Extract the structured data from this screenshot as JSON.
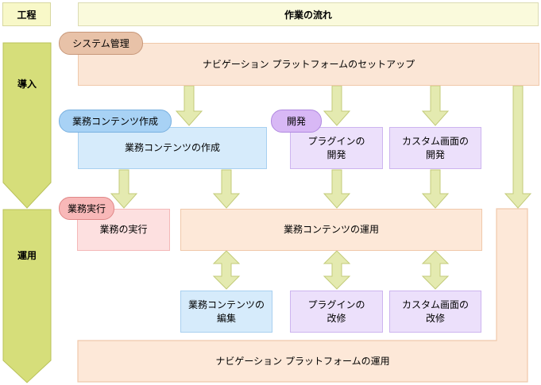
{
  "header": {
    "phase": "工程",
    "flow": "作業の流れ"
  },
  "phases": {
    "introduction": "導入",
    "operation": "運用"
  },
  "tags": {
    "system_admin": "システム管理",
    "content_creation": "業務コンテンツ作成",
    "development": "開発",
    "execution": "業務実行"
  },
  "boxes": {
    "nav_setup": "ナビゲーション プラットフォームのセットアップ",
    "content_create": "業務コンテンツの作成",
    "plugin_dev": "プラグインの\n開発",
    "custom_dev": "カスタム画面の\n開発",
    "business_exec": "業務の実行",
    "content_ops": "業務コンテンツの運用",
    "content_edit": "業務コンテンツの\n編集",
    "plugin_fix": "プラグインの\n改修",
    "custom_fix": "カスタム画面の\n改修",
    "nav_ops": "ナビゲーション プラットフォームの運用"
  },
  "colors": {
    "phase_arrow": "#d6de7a",
    "flow_arrow": "#e4eab0",
    "peach": "#fbe6d6",
    "blue": "#d6ebfb",
    "purple": "#ece0fb",
    "pink": "#fde0e0"
  }
}
